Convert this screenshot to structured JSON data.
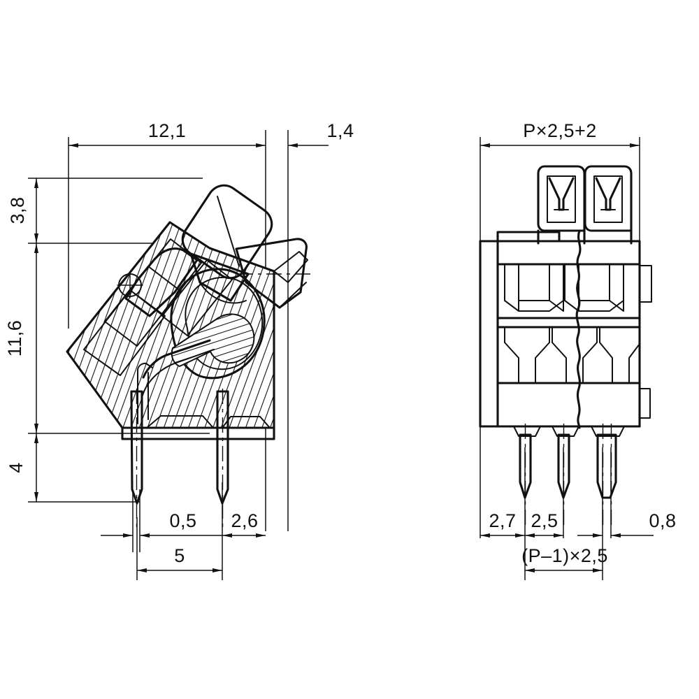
{
  "drawing": {
    "title": "PCB terminal block cross-section and front view",
    "units": "mm",
    "line_color": "#111111",
    "background": "#ffffff"
  },
  "views": {
    "left": {
      "name": "side-section-view",
      "description": "Cross-sectioned side elevation of spring-cage PCB terminal block with lever"
    },
    "right": {
      "name": "front-view",
      "description": "Front elevation of multi-pole terminal block with break line"
    }
  },
  "dimensions": {
    "left_view": [
      {
        "id": "width-total",
        "label": "12,1",
        "orientation": "horizontal",
        "position": "top"
      },
      {
        "id": "width-tab",
        "label": "1,4",
        "orientation": "horizontal",
        "position": "top"
      },
      {
        "id": "height-upper",
        "label": "3,8",
        "orientation": "vertical",
        "position": "left"
      },
      {
        "id": "height-body",
        "label": "11,6",
        "orientation": "vertical",
        "position": "left"
      },
      {
        "id": "pin-length",
        "label": "4",
        "orientation": "vertical",
        "position": "left"
      },
      {
        "id": "pin-thickness",
        "label": "0,5",
        "orientation": "horizontal",
        "position": "bottom"
      },
      {
        "id": "edge-offset",
        "label": "2,6",
        "orientation": "horizontal",
        "position": "bottom"
      },
      {
        "id": "pin-row-pitch",
        "label": "5",
        "orientation": "horizontal",
        "position": "bottom"
      }
    ],
    "right_view": [
      {
        "id": "overall-width",
        "label": "P×2,5+2",
        "orientation": "horizontal",
        "position": "top"
      },
      {
        "id": "first-pin-offset",
        "label": "2,7",
        "orientation": "horizontal",
        "position": "bottom"
      },
      {
        "id": "pin-pitch",
        "label": "2,5",
        "orientation": "horizontal",
        "position": "bottom"
      },
      {
        "id": "pin-width",
        "label": "0,8",
        "orientation": "horizontal",
        "position": "bottom"
      },
      {
        "id": "pin-span",
        "label": "(P–1)×2,5",
        "orientation": "horizontal",
        "position": "bottom"
      }
    ]
  }
}
